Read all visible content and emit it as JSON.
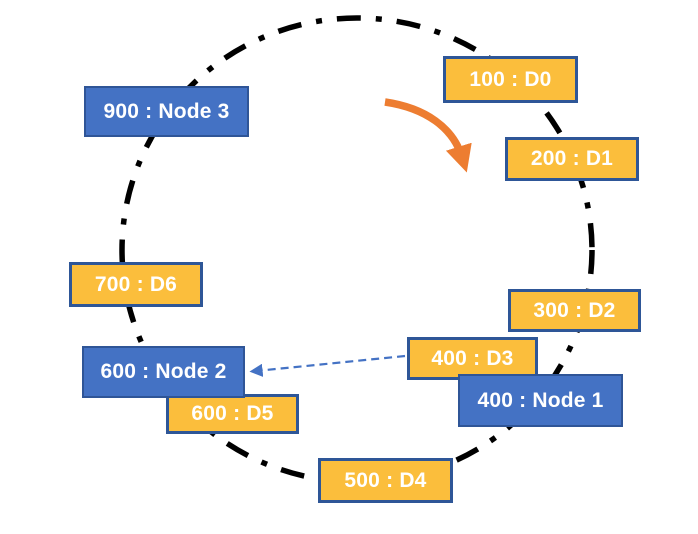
{
  "colors": {
    "background": "#FFFFFF",
    "ring-stroke": "#000000",
    "data-fill": "#FBBE3C",
    "data-border": "#2E5697",
    "node-fill": "#4472C4",
    "node-border": "#2F5597",
    "arrow": "#ED7D31",
    "connector": "#4472C4",
    "label-text": "#FFFFFF"
  },
  "ring_labels": [
    {
      "text": "100 : D0",
      "kind": "data"
    },
    {
      "text": "200 : D1",
      "kind": "data"
    },
    {
      "text": "300 : D2",
      "kind": "data"
    },
    {
      "text": "400 : D3",
      "kind": "data"
    },
    {
      "text": "400 : Node 1",
      "kind": "node"
    },
    {
      "text": "500 : D4",
      "kind": "data"
    },
    {
      "text": "600 : D5",
      "kind": "data"
    },
    {
      "text": "600 : Node 2",
      "kind": "node"
    },
    {
      "text": "700 : D6",
      "kind": "data"
    },
    {
      "text": "900 : Node 3",
      "kind": "node"
    }
  ]
}
